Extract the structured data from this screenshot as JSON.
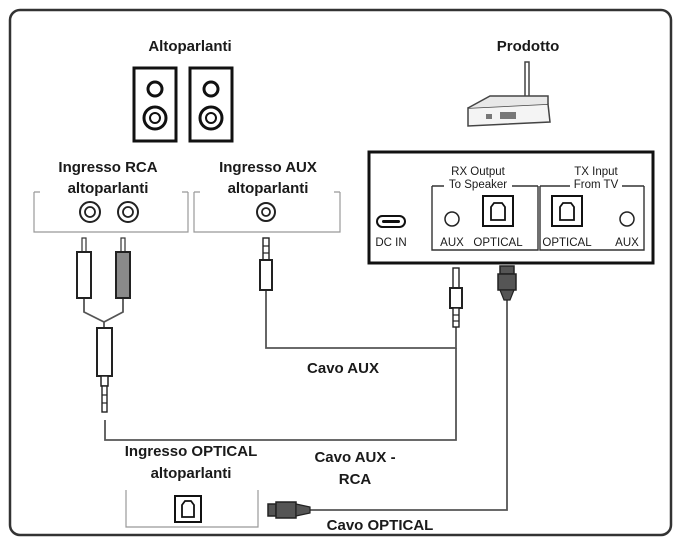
{
  "labels": {
    "speakers_title": "Altoparlanti",
    "product_title": "Prodotto",
    "rca_input_line1": "Ingresso RCA",
    "rca_input_line2": "altoparlanti",
    "aux_input_line1": "Ingresso AUX",
    "aux_input_line2": "altoparlanti",
    "optical_input_line1": "Ingresso OPTICAL",
    "optical_input_line2": "altoparlanti",
    "aux_cable": "Cavo AUX",
    "aux_rca_cable_line1": "Cavo AUX -",
    "aux_rca_cable_line2": "RCA",
    "optical_cable": "Cavo OPTICAL"
  },
  "device_panel": {
    "rx_group_line1": "RX Output",
    "rx_group_line2": "To Speaker",
    "tx_group_line1": "TX Input",
    "tx_group_line2": "From TV",
    "dc_in": "DC IN",
    "rx_aux": "AUX",
    "rx_optical": "OPTICAL",
    "tx_optical": "OPTICAL",
    "tx_aux": "AUX"
  }
}
